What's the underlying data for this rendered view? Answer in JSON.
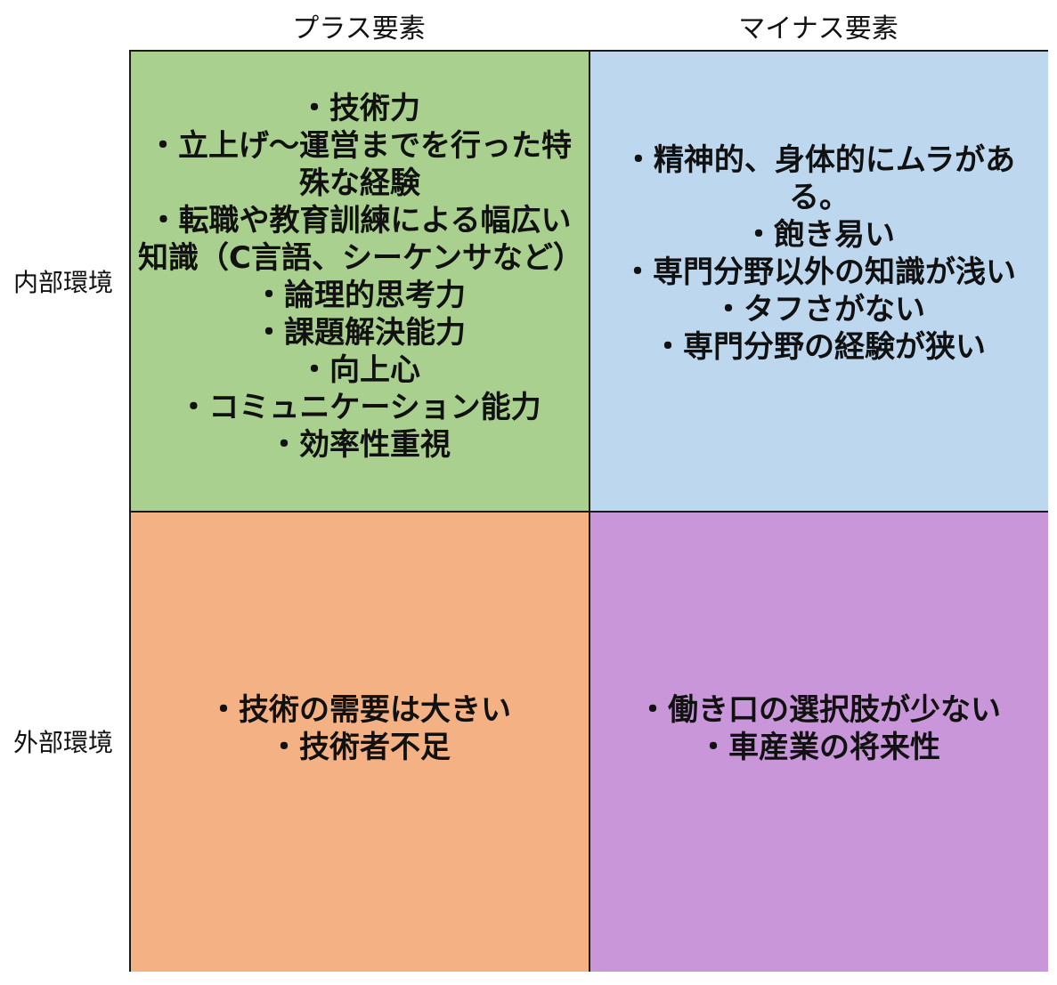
{
  "columns": {
    "plus": "プラス要素",
    "minus": "マイナス要素"
  },
  "rows": {
    "internal": "内部環境",
    "external": "外部環境"
  },
  "colors": {
    "strengths": "#a9d08e",
    "weaknesses": "#bdd7ee",
    "opportunities": "#f4b183",
    "threats": "#c997d9",
    "border": "#1a1a1a"
  },
  "quadrants": {
    "strengths": {
      "items": [
        "・技術力",
        "・立上げ～運営までを行った特殊な経験",
        "・転職や教育訓練による幅広い知識（C言語、シーケンサなど）",
        "・論理的思考力",
        "・課題解決能力",
        "・向上心",
        "・コミュニケーション能力",
        "・効率性重視"
      ]
    },
    "weaknesses": {
      "items": [
        "・精神的、身体的にムラがある。",
        "・飽き易い",
        "・専門分野以外の知識が浅い",
        "・タフさがない",
        "・専門分野の経験が狭い"
      ]
    },
    "opportunities": {
      "items": [
        "・技術の需要は大きい",
        "・技術者不足"
      ]
    },
    "threats": {
      "items": [
        "・働き口の選択肢が少ない",
        "・車産業の将来性"
      ]
    }
  }
}
